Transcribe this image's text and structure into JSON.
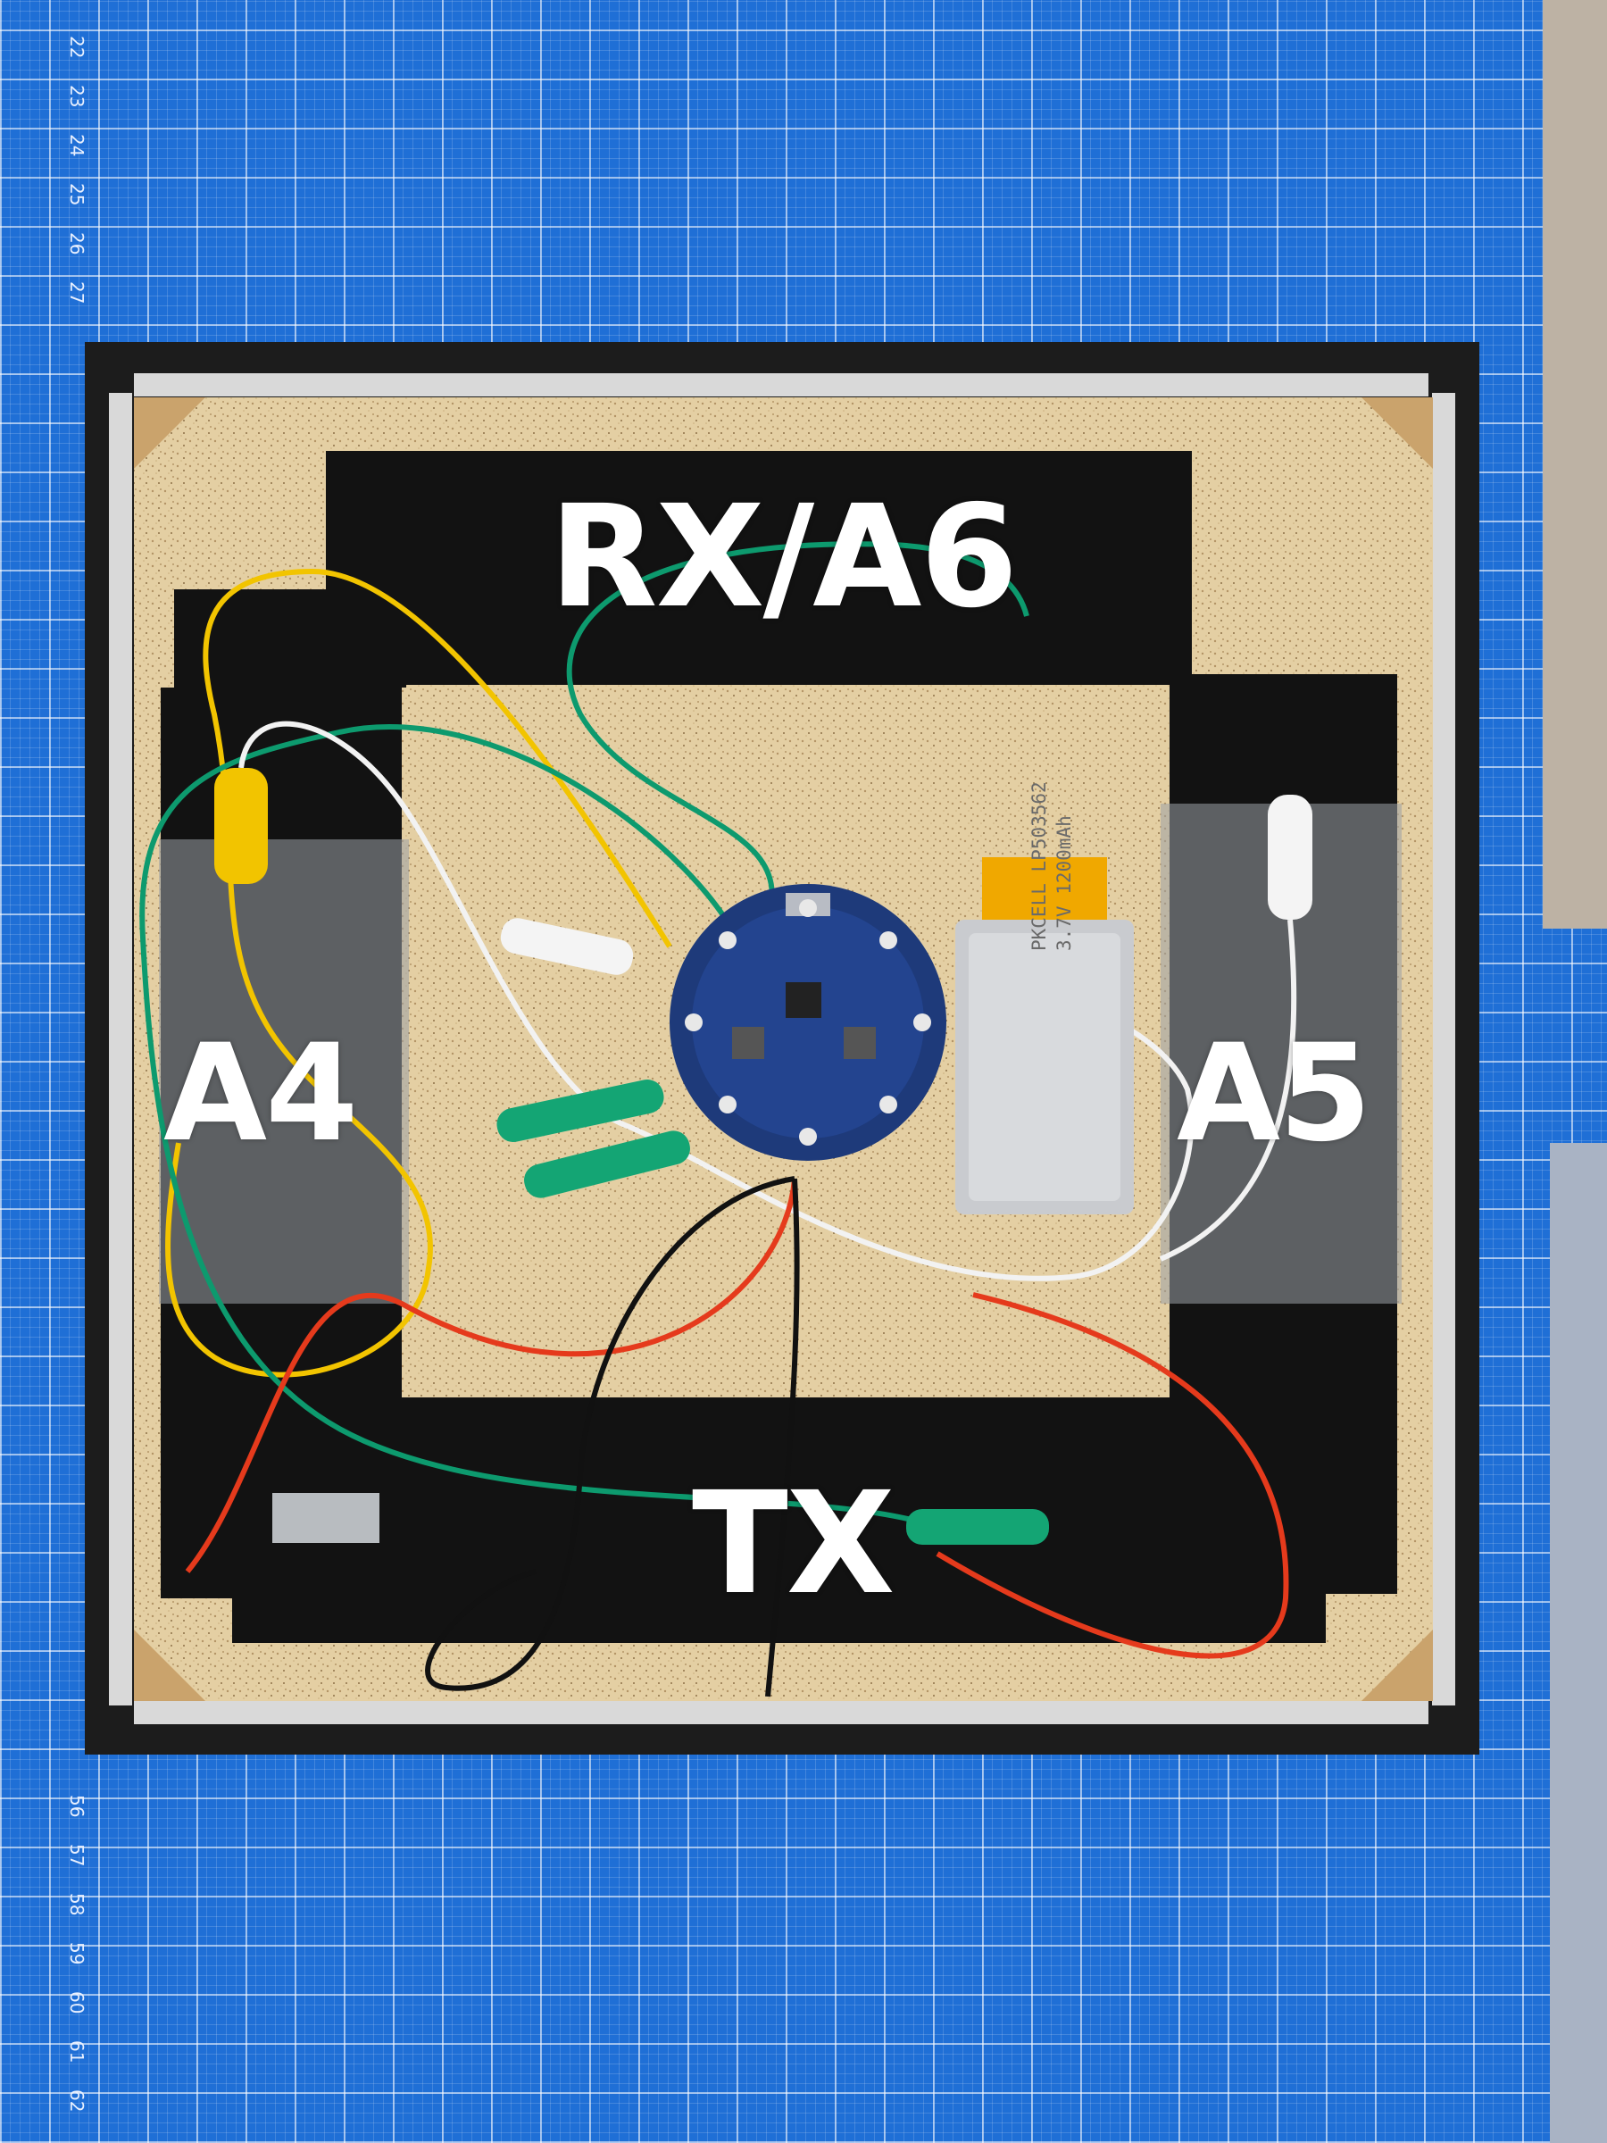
{
  "ruler": {
    "top_numbers": [
      "22",
      "23",
      "24",
      "25",
      "26",
      "27"
    ],
    "bottom_numbers": [
      "56",
      "57",
      "58",
      "59",
      "60",
      "61",
      "62"
    ]
  },
  "labels": {
    "rx_a6": "RX/A6",
    "a4": "A4",
    "a5": "A5",
    "tx": "TX"
  },
  "battery": {
    "line1": "PKCELL LP503562",
    "line2": "3.7V 1200mAh"
  },
  "colors": {
    "mat_blue": "#1f6fd6",
    "frame_black": "#1c1c1c",
    "wire_yellow": "#f2c400",
    "wire_green": "#0d9a6e",
    "wire_white": "#f2f2f2",
    "wire_red": "#e53a1c",
    "wire_black": "#111111"
  }
}
